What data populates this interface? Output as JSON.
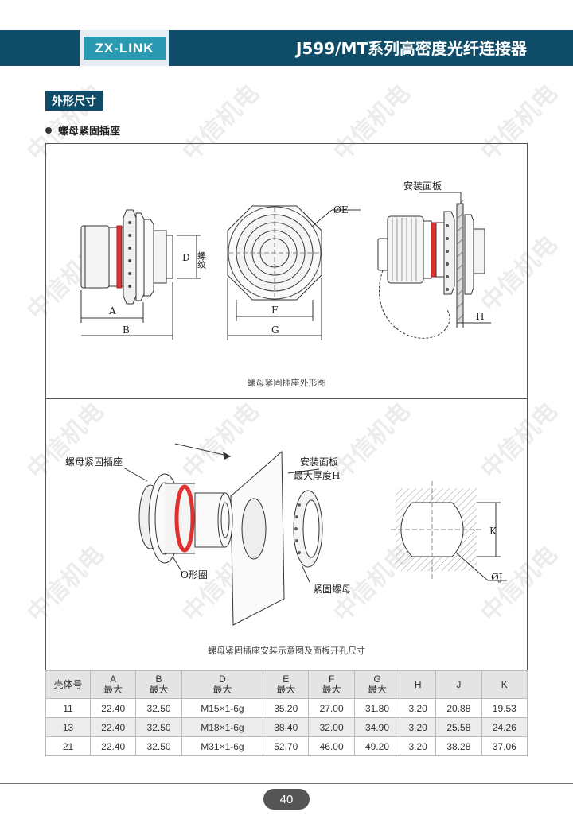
{
  "header": {
    "brand": "ZX-LINK",
    "title": "J599/MT系列高密度光纤连接器",
    "colors": {
      "band": "#0e4c68",
      "brand_bg": "#2a9ab2",
      "accent_red": "#e03030"
    }
  },
  "section": {
    "tag": "外形尺寸",
    "item": "螺母紧固插座"
  },
  "figure1": {
    "caption": "螺母紧固插座外形图",
    "labels": {
      "A": "A",
      "B": "B",
      "D": "D",
      "thread": "螺纹",
      "E": "ØE",
      "F": "F",
      "G": "G",
      "panel": "安装面板",
      "H": "H"
    }
  },
  "figure2": {
    "caption": "螺母紧固插座安装示意图及面板开孔尺寸",
    "labels": {
      "receptacle": "螺母紧固插座",
      "panel": "安装面板",
      "panel_thickness": "最大厚度H",
      "oring": "O形圈",
      "nut": "紧固螺母",
      "K": "K",
      "J": "ØJ"
    }
  },
  "table": {
    "headers": [
      {
        "top": "壳体号",
        "bottom": ""
      },
      {
        "top": "A",
        "bottom": "最大"
      },
      {
        "top": "B",
        "bottom": "最大"
      },
      {
        "top": "D",
        "bottom": "最大"
      },
      {
        "top": "E",
        "bottom": "最大"
      },
      {
        "top": "F",
        "bottom": "最大"
      },
      {
        "top": "G",
        "bottom": "最大"
      },
      {
        "top": "H",
        "bottom": ""
      },
      {
        "top": "J",
        "bottom": ""
      },
      {
        "top": "K",
        "bottom": ""
      }
    ],
    "rows": [
      [
        "11",
        "22.40",
        "32.50",
        "M15×1-6g",
        "35.20",
        "27.00",
        "31.80",
        "3.20",
        "20.88",
        "19.53"
      ],
      [
        "13",
        "22.40",
        "32.50",
        "M18×1-6g",
        "38.40",
        "32.00",
        "34.90",
        "3.20",
        "25.58",
        "24.26"
      ],
      [
        "21",
        "22.40",
        "32.50",
        "M31×1-6g",
        "52.70",
        "46.00",
        "49.20",
        "3.20",
        "38.28",
        "37.06"
      ]
    ]
  },
  "watermark": "中信机电",
  "footer": {
    "page": "40"
  }
}
